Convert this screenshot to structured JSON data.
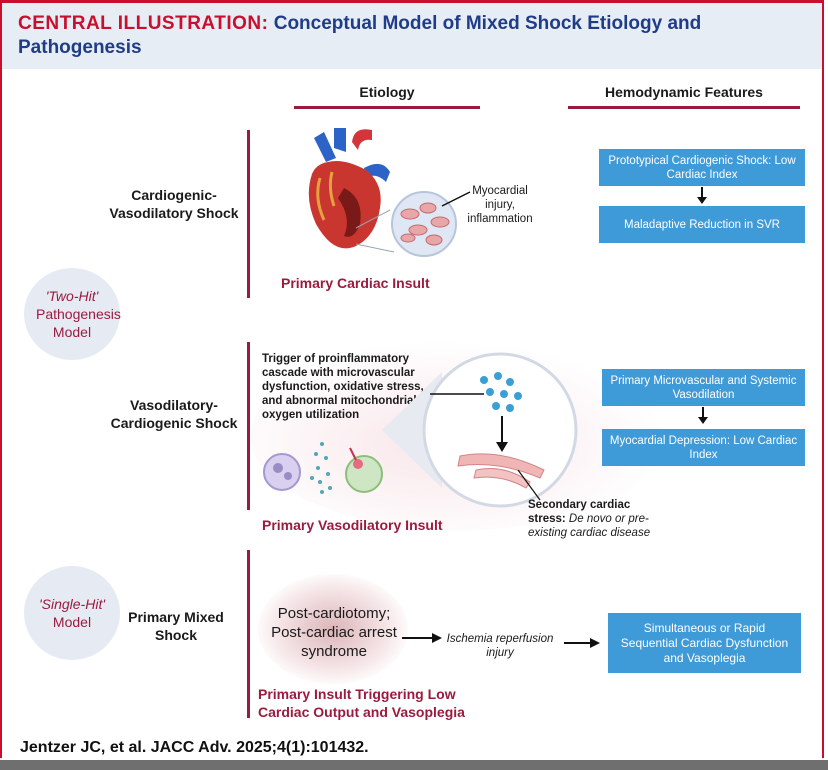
{
  "header": {
    "title_lead": "CENTRAL ILLUSTRATION:",
    "title_rest": "Conceptual Model of Mixed Shock Etiology and Pathogenesis"
  },
  "columns": {
    "etiology": "Etiology",
    "hemodynamic": "Hemodynamic Features"
  },
  "models": {
    "two_hit": {
      "italic": "'Two-Hit'",
      "rest": "Pathogenesis Model"
    },
    "single_hit": {
      "italic": "'Single-Hit'",
      "rest": "Model"
    }
  },
  "rows": {
    "cardiogenic_vasodilatory": {
      "label": "Cardiogenic-Vasodilatory Shock",
      "annotation": "Myocardial injury, inflammation",
      "insult": "Primary Cardiac Insult",
      "boxes": [
        "Prototypical Cardiogenic Shock: Low Cardiac Index",
        "Maladaptive Reduction in SVR"
      ]
    },
    "vasodilatory_cardiogenic": {
      "label": "Vasodilatory-Cardiogenic Shock",
      "trigger": "Trigger of proinflammatory cascade with microvascular dysfunction, oxidative stress, and abnormal mitochondrial oxygen utilization",
      "secondary_bold": "Secondary cardiac stress:",
      "secondary_italic": "De novo or pre-existing cardiac disease",
      "insult": "Primary Vasodilatory Insult",
      "boxes": [
        "Primary Microvascular and Systemic Vasodilation",
        "Myocardial Depression: Low Cardiac Index"
      ]
    },
    "primary_mixed": {
      "label": "Primary Mixed Shock",
      "cause": "Post-cardiotomy; Post-cardiac arrest syndrome",
      "mechanism": "Ischemia reperfusion injury",
      "insult": "Primary Insult Triggering Low Cardiac Output and Vasoplegia",
      "box": "Simultaneous or Rapid Sequential Cardiac Dysfunction and Vasoplegia"
    }
  },
  "footer": {
    "citation": "Jentzer JC, et al. JACC Adv. 2025;4(1):101432."
  },
  "colors": {
    "accent_red": "#c8102e",
    "navy": "#1f3c88",
    "maroon": "#9b1b3f",
    "box_blue": "#3f9ad8"
  }
}
